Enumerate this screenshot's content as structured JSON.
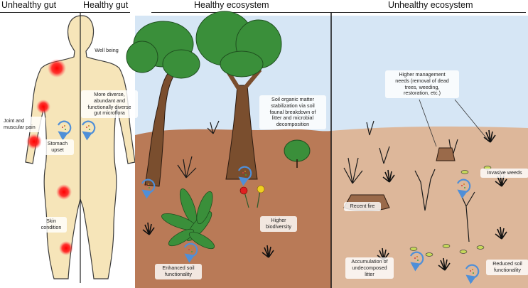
{
  "headers": {
    "unhealthy_gut": "Unhealthy gut",
    "healthy_gut": "Healthy gut",
    "healthy_ecosystem": "Healthy ecosystem",
    "unhealthy_ecosystem": "Unhealthy ecosystem"
  },
  "gut_labels": {
    "well_being": "Well being",
    "diverse_microflora": "More diverse,\nabundant and\nfunctionally diverse\ngut microflora",
    "joint_pain": "Joint and\nmuscular pain",
    "stomach_upset": "Stomach\nupset",
    "skin_condition": "Skin\ncondition"
  },
  "healthy_labels": {
    "soil_om": "Soil organic matter\nstabilization via soil\nfaunal breakdown of\nlitter and microbial\ndecomposition",
    "biodiversity": "Higher\nbiodiversity",
    "soil_functionality": "Enhanced soil\nfunctionality"
  },
  "unhealthy_labels": {
    "management": "Higher management\nneeds (removal of dead\ntrees, weeding,\nrestoration, etc.)",
    "invasive": "Invasive weeds",
    "fire": "Recent fire",
    "litter": "Accumulation of\nundecomposed\nlitter",
    "reduced": "Reduced soil\nfunctionality"
  },
  "colors": {
    "sky": "#d6e6f5",
    "soil_healthy": "#b97a57",
    "soil_unhealthy": "#ddb79a",
    "body": "#f6e5b9",
    "pain_spot": "#ff1a1a",
    "foliage": "#3a8f3a",
    "cycle_arrow": "#4f8fd8"
  }
}
